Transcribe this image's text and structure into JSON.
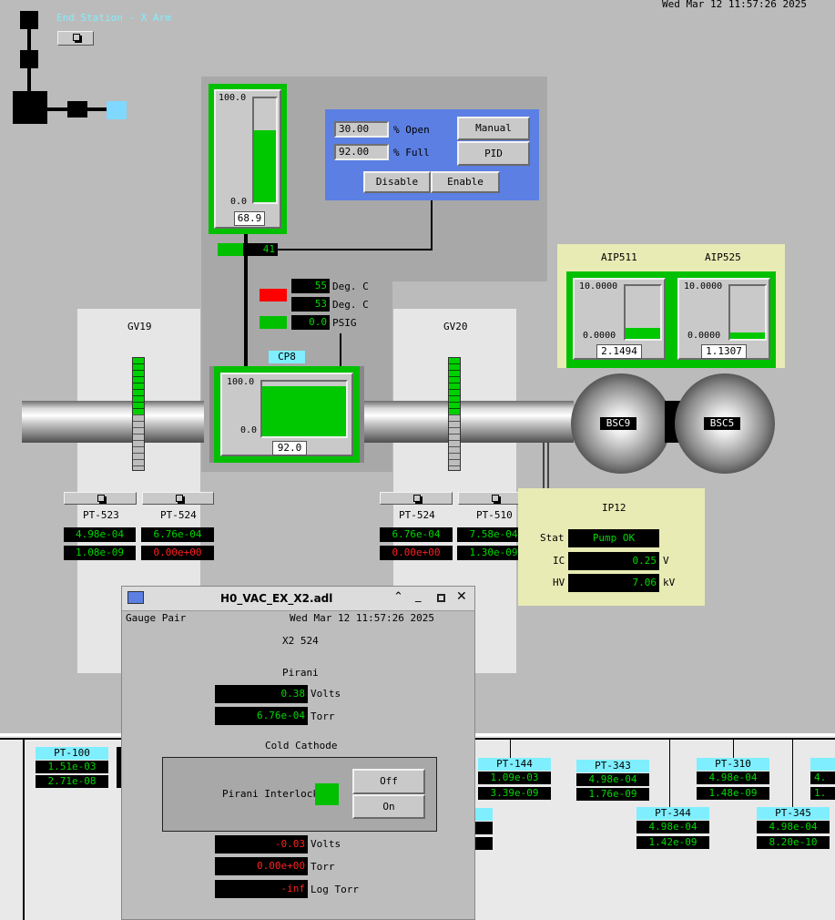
{
  "screen": {
    "title": "End Station - X Arm",
    "datetime": "Wed Mar 12 11:57:26 2025"
  },
  "tank": {
    "scale_max": "100.0",
    "scale_min": "0.0",
    "value": "68.9",
    "level_fraction": 0.689,
    "flow_value": "41"
  },
  "controller": {
    "open_value": "30.00",
    "open_label": "% Open",
    "full_value": "92.00",
    "full_label": "% Full",
    "manual_label": "Manual",
    "pid_label": "PID",
    "disable_label": "Disable",
    "enable_label": "Enable"
  },
  "temps": [
    {
      "value": "55",
      "unit": "Deg. C",
      "status_color": "#ff0000"
    },
    {
      "value": "53",
      "unit": "Deg. C",
      "status_color": "#ff0000"
    },
    {
      "value": "0.0",
      "unit": "PSIG",
      "status_color": "#00c000"
    }
  ],
  "cp8": {
    "label": "CP8",
    "scale_max": "100.0",
    "scale_min": "0.0",
    "value": "92.0",
    "level_fraction": 0.92
  },
  "gv19": {
    "label": "GV19",
    "open_fraction": 0.5
  },
  "gv20": {
    "label": "GV20",
    "open_fraction": 0.5
  },
  "aip": [
    {
      "label": "AIP511",
      "scale_max": "10.0000",
      "scale_min": "0.0000",
      "value": "2.1494",
      "level_fraction": 0.2149
    },
    {
      "label": "AIP525",
      "scale_max": "10.0000",
      "scale_min": "0.0000",
      "value": "1.1307",
      "level_fraction": 0.1131
    }
  ],
  "chambers": [
    {
      "label": "BSC9"
    },
    {
      "label": "BSC5"
    }
  ],
  "gauges_left": [
    {
      "label": "PT-523",
      "pirani": "4.98e-04",
      "cc": "1.08e-09",
      "cc_red": false
    },
    {
      "label": "PT-524",
      "pirani": "6.76e-04",
      "cc": "0.00e+00",
      "cc_red": true
    }
  ],
  "gauges_right": [
    {
      "label": "PT-524",
      "pirani": "6.76e-04",
      "cc": "0.00e+00",
      "cc_red": true
    },
    {
      "label": "PT-510",
      "pirani": "7.58e-04",
      "cc": "1.30e-09",
      "cc_red": false
    }
  ],
  "ip12": {
    "title": "IP12",
    "stat_label": "Stat",
    "stat_value": "Pump OK",
    "ic_label": "IC",
    "ic_value": "0.25",
    "ic_unit": "V",
    "hv_label": "HV",
    "hv_value": "7.06",
    "hv_unit": "kV"
  },
  "bottom_gauges": [
    {
      "label": "PT-100",
      "pirani": "1.51e-03",
      "cc": "2.71e-08"
    },
    {
      "label": "PT-144",
      "pirani": "1.09e-03",
      "cc": "3.39e-09"
    },
    {
      "label": "PT-343",
      "pirani": "4.98e-04",
      "cc": "1.76e-09"
    },
    {
      "label": "PT-310",
      "pirani": "4.98e-04",
      "cc": "1.48e-09"
    },
    {
      "label": "PT-344",
      "pirani": "4.98e-04",
      "cc": "1.42e-09"
    },
    {
      "label": "PT-345",
      "pirani": "4.98e-04",
      "cc": "8.20e-10"
    },
    {
      "pirani": "4.",
      "cc": "1."
    }
  ],
  "dialog": {
    "title": "H0_VAC_EX_X2.adl",
    "heading": "Gauge Pair",
    "datetime": "Wed Mar 12 11:57:26 2025",
    "name": "X2 524",
    "pirani_title": "Pirani",
    "pirani_volts": "0.38",
    "volts_label": "Volts",
    "pirani_torr": "6.76e-04",
    "torr_label": "Torr",
    "cc_title": "Cold Cathode",
    "interlock_label": "Pirani Interlock",
    "interlock_color": "#00c000",
    "off_label": "Off",
    "on_label": "On",
    "cc_volts": "-0.03",
    "cc_torr": "0.00e+00",
    "cc_logtorr": "-inf",
    "logtorr_label": "Log Torr"
  }
}
